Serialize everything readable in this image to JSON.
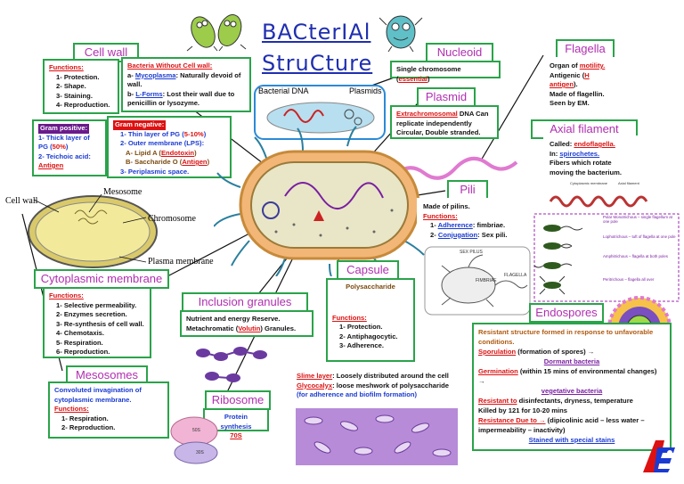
{
  "title": {
    "line1": "BACterIAl",
    "line2": "StruCture"
  },
  "cell_wall": {
    "header": "Cell wall",
    "functions_label": "Functions:",
    "functions": [
      "1-  Protection.",
      "2-  Shape.",
      "3-  Staining.",
      "4-  Reproduction."
    ]
  },
  "no_wall": {
    "title": "Bacteria Without Cell wall:",
    "a_prefix": "a-  ",
    "a_name": "Mycoplasma",
    "a_text": ": Naturally devoid of wall.",
    "b_prefix": "b-  ",
    "b_name": "L-Forms",
    "b_text": ": Lost their wall due to penicillin or lysozyme."
  },
  "gram_pos": {
    "title": "Gram positive:",
    "l1": "1-  Thick layer of PG (",
    "l1_pct": "50%",
    "l1_end": ")",
    "l2": "2-  Teichoic acid: ",
    "l2_ag": "Antigen"
  },
  "gram_neg": {
    "title": "Gram negative:",
    "l1": "1-  Thin layer of PG (",
    "l1_pct": "5-10%",
    "l1_end": ")",
    "l2": "2-  Outer membrane (LPS):",
    "l3": "A-  Lipid A (",
    "l3_red": "Endotoxin",
    "l3_end": ")",
    "l4": "B-  Saccharide O (",
    "l4_red": "Antigen",
    "l4_end": ")",
    "l5": "3-  Periplasmic space."
  },
  "nucleoid": {
    "header": "Nucleoid",
    "text": "Single chromosome (",
    "red": "essential",
    "end": ")"
  },
  "plasmid": {
    "header": "Plasmid",
    "label": "Extrachromosomal",
    "text": " DNA Can replicate independently Circular, Double stranded."
  },
  "inset": {
    "dna": "Bacterial DNA",
    "plasmids": "Plasmids"
  },
  "flagella": {
    "header": "Flagella",
    "l1a": "Organ of ",
    "l1b": "motility.",
    "l2a": "Antigenic (",
    "l2b": "H antigen",
    "l2c": ").",
    "l3": "Made of flagellin.",
    "l4": "Seen by EM."
  },
  "axial": {
    "header": "Axial filament",
    "l1a": "Called: ",
    "l1b": "endoflagella.",
    "l2a": "In: ",
    "l2b": "spirochetes.",
    "l3": "Fibers which rotate moving the bacterium."
  },
  "pili": {
    "header": "Pili",
    "l1": "Made of pilins.",
    "functions_label": "Functions:",
    "f1a": "1-  ",
    "f1b": "Adherence",
    "f1c": ": fimbriae.",
    "f2a": "2-  ",
    "f2b": "Conjugation",
    "f2c": ": Sex pili."
  },
  "mesosome_fig": {
    "cell_wall": "Cell wall",
    "mesosome": "Mesosome",
    "chromosome": "Chromosome",
    "plasma": "Plasma membrane"
  },
  "cytoplasmic": {
    "header": "Cytoplasmic membrane",
    "functions_label": "Functions:",
    "functions": [
      "1-  Selective permeability.",
      "2-  Enzymes secretion.",
      "3-  Re-synthesis of cell wall.",
      "4-  Chemotaxis.",
      "5-  Respiration.",
      "6-  Reproduction."
    ]
  },
  "inclusion": {
    "header": "Inclusion granules",
    "l1": "Nutrient and energy Reserve.",
    "l2a": "Metachromatic (",
    "l2b": "Volutin",
    "l2c": ") Granules."
  },
  "capsule": {
    "header": "Capsule",
    "sub": "Polysaccharide",
    "functions_label": "Functions:",
    "functions": [
      "1-  Protection.",
      "2-  Antiphagocytic.",
      "3-  Adherence."
    ]
  },
  "slime": {
    "a1": "Slime layer",
    "a2": ": Loosely distributed around the cell",
    "b1": "Glycocalyx",
    "b2": ": loose meshwork of polysaccharide",
    "c": "(for adherence and biofilm formation)"
  },
  "mesosomes": {
    "header": "Mesosomes",
    "text": "Convoluted invagination of cytoplasmic membrane.",
    "functions_label": "Functions:",
    "functions": [
      "1-  Respiration.",
      "2-  Reproduction."
    ]
  },
  "ribosome": {
    "header": "Ribosome",
    "l1": "Protein synthesis",
    "l2": "70S",
    "big": "50S",
    "small": "30S"
  },
  "endospores": {
    "header": "Endospores",
    "l1": "Resistant structure formed in response to unfavorable conditions.",
    "l2a": "Sporulation",
    "l2b": " (formation of spores) →",
    "l3": "Dormant bacteria",
    "l4a": "Germination",
    "l4b": " (within 15 mins of environmental changes) →",
    "l5": "vegetative bacteria",
    "l6a": "Resistant to",
    "l6b": " disinfectants, dryness, temperature",
    "l7": "Killed by 121 for 10-20 mins",
    "l8a": "Resistance Due to →",
    "l8b": " (dipicolinic acid – less water – impermeability – inactivity)",
    "l9": "Stained with special stains"
  },
  "flag_types": {
    "top1": "Cytoplasmic membrane",
    "top2": "Axial filament",
    "t1": "Polar Monotrichous – single flagellum at one pole",
    "t2": "Lophotrichous – tuft of flagella at one pole",
    "t3": "Amphitrichous – flagella at both poles",
    "t4": "Peritrichous – flagella all over"
  },
  "pili_fig": {
    "sex": "SEX PILUS",
    "fimb": "FIMBRIAE",
    "flag": "FLAGELLA"
  },
  "colors": {
    "green": "#2aa34a",
    "purple": "#b02fb0",
    "red": "#d11",
    "blue": "#1a3bd1"
  }
}
